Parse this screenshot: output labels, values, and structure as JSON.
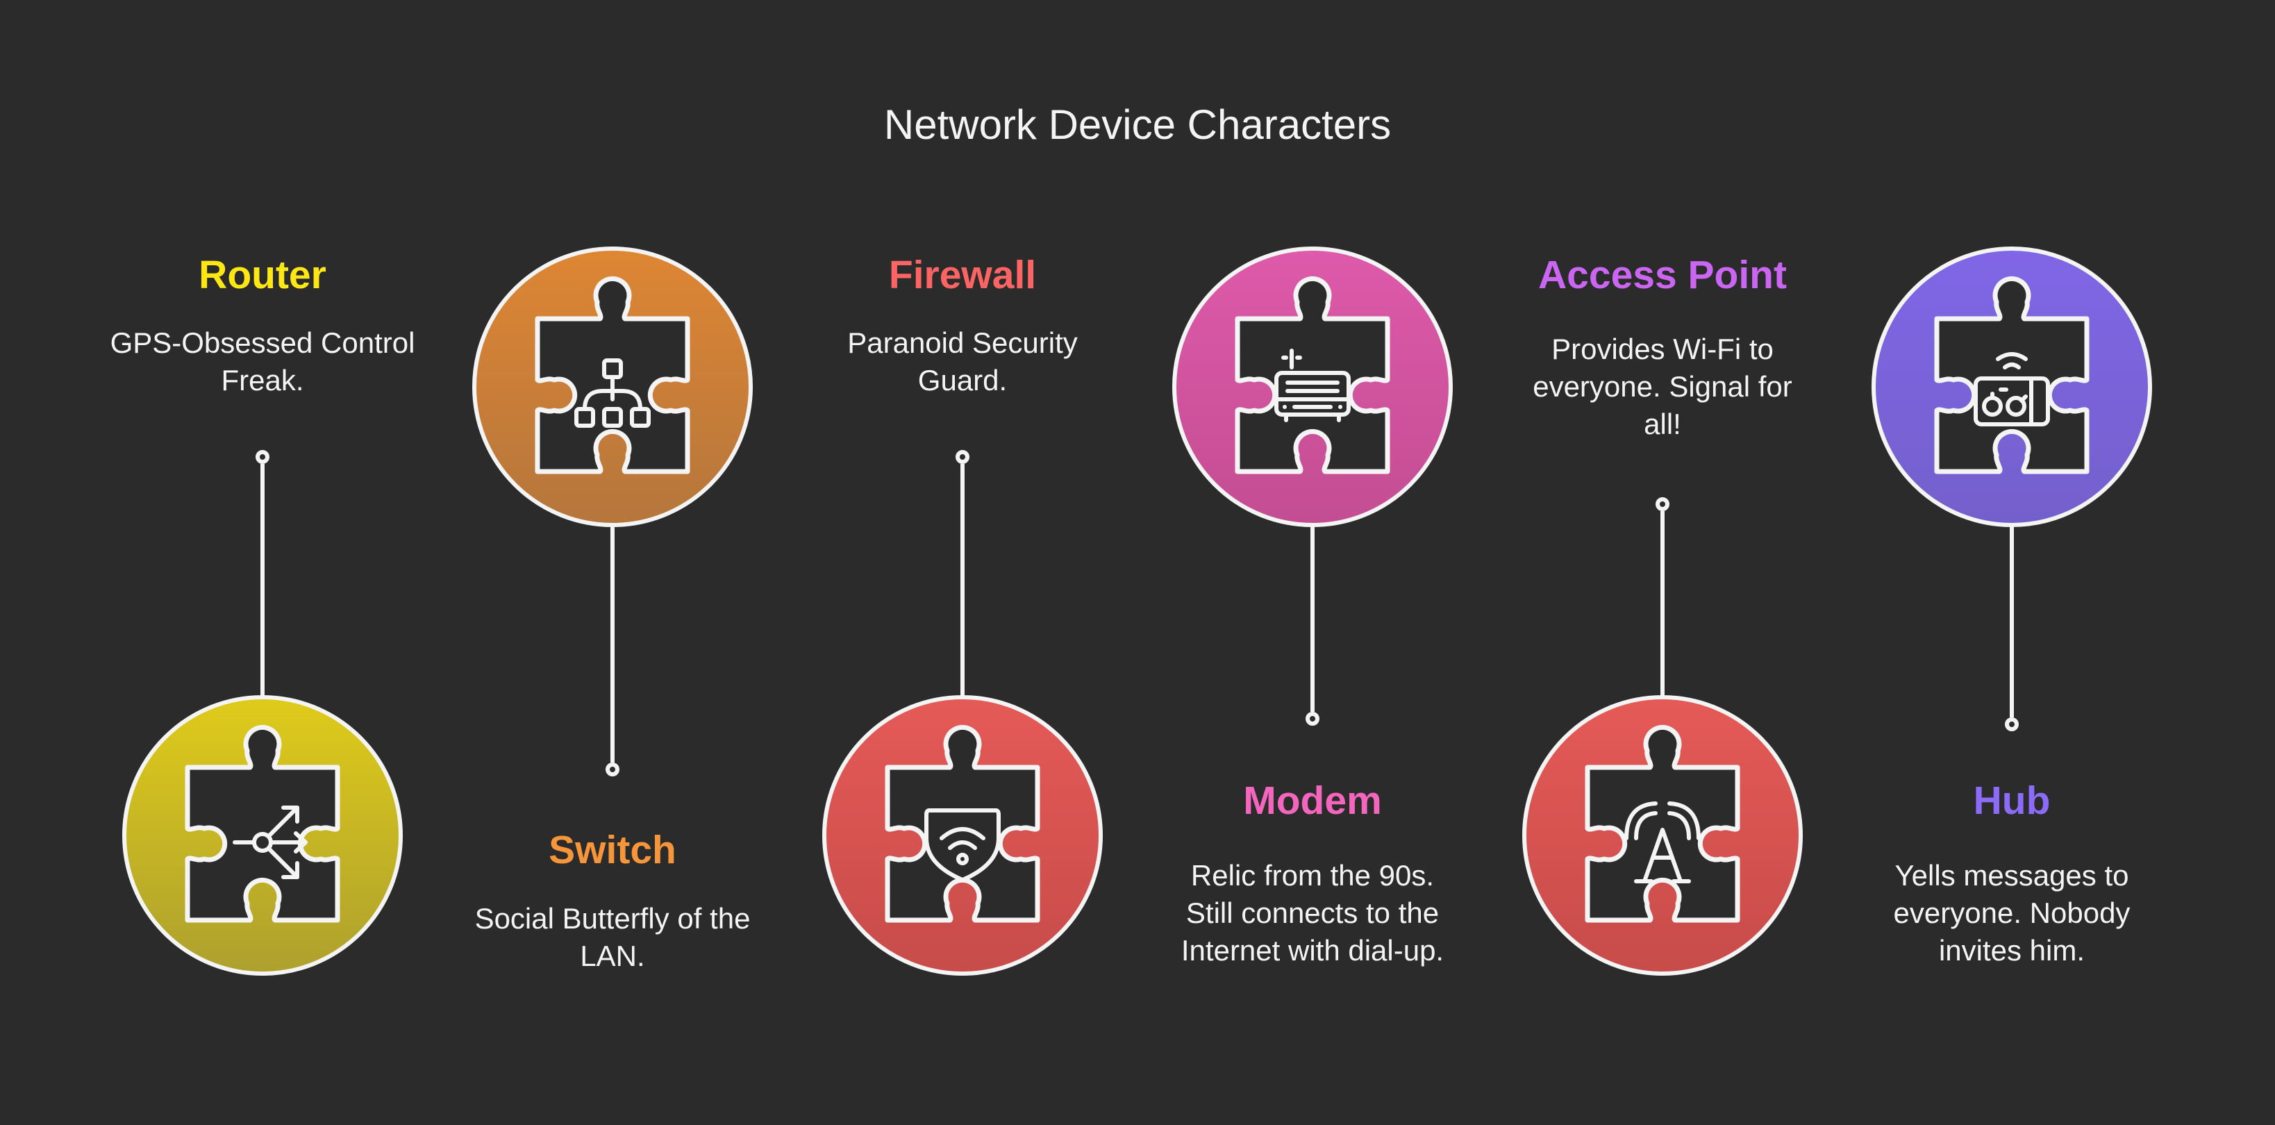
{
  "title": "Network Device Characters",
  "devices": [
    {
      "id": "router",
      "name": "Router",
      "description": [
        "GPS-Obsessed Control",
        "Freak."
      ],
      "icon": "branching-arrows-icon",
      "accent_color": "#FFE714",
      "circle_gradient": [
        "#DFCB1A",
        "#ADA02E"
      ],
      "row": "bottom-circle"
    },
    {
      "id": "switch",
      "name": "Switch",
      "description": [
        "Social Butterfly of the",
        "LAN."
      ],
      "icon": "hierarchy-network-icon",
      "accent_color": "#F7953A",
      "circle_gradient": [
        "#DE8634",
        "#B5763C"
      ],
      "row": "top-circle"
    },
    {
      "id": "firewall",
      "name": "Firewall",
      "description": [
        "Paranoid Security",
        "Guard."
      ],
      "icon": "shield-wifi-icon",
      "accent_color": "#FF6464",
      "circle_gradient": [
        "#E55A57",
        "#C74C4A"
      ],
      "row": "bottom-circle"
    },
    {
      "id": "modem",
      "name": "Modem",
      "description": [
        "Relic from the 90s.",
        "Still connects to the",
        "Internet with dial-up."
      ],
      "icon": "modem-device-icon",
      "accent_color": "#F466BD",
      "circle_gradient": [
        "#DE5AAA",
        "#C34D92"
      ],
      "row": "top-circle"
    },
    {
      "id": "access-point",
      "name": "Access Point",
      "description": [
        "Provides Wi-Fi to",
        "everyone. Signal for",
        "all!"
      ],
      "icon": "antenna-signal-icon",
      "accent_color": "#CB66F2",
      "circle_gradient": [
        "#E55A57",
        "#C74C4A"
      ],
      "row": "bottom-circle"
    },
    {
      "id": "hub",
      "name": "Hub",
      "description": [
        "Yells messages to",
        "everyone. Nobody",
        "invites him."
      ],
      "icon": "radio-broadcast-icon",
      "accent_color": "#8B6BF7",
      "circle_gradient": [
        "#8066E6",
        "#7460CC"
      ],
      "row": "top-circle"
    }
  ]
}
